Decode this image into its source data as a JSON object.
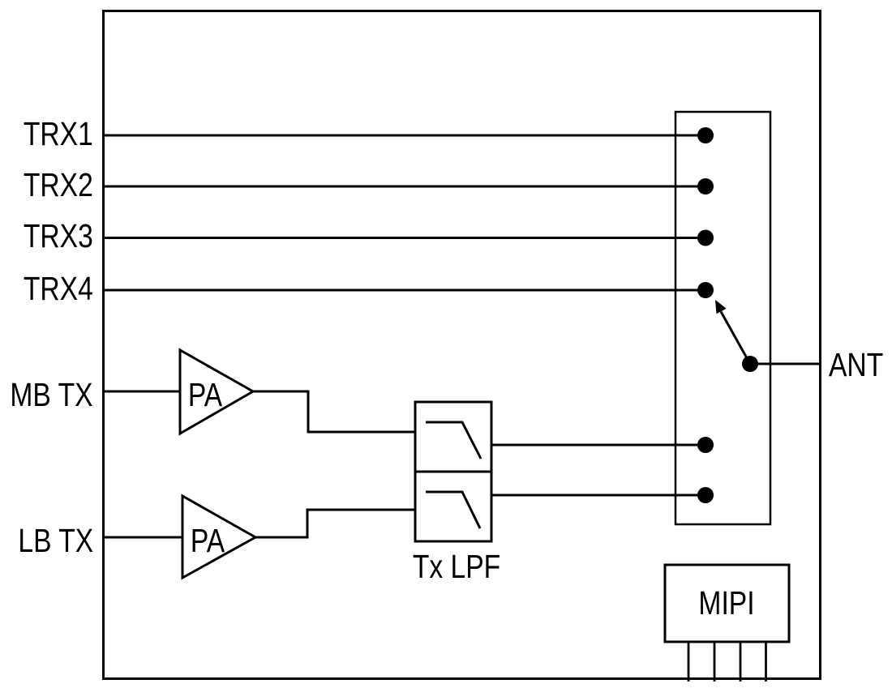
{
  "colors": {
    "line": "#000000",
    "background": "#ffffff"
  },
  "labels": {
    "trx1": "TRX1",
    "trx2": "TRX2",
    "trx3": "TRX3",
    "trx4": "TRX4",
    "mb_tx": "MB TX",
    "lb_tx": "LB TX",
    "pa_mb": "PA",
    "pa_lb": "PA",
    "tx_lpf": "Tx LPF",
    "mipi": "MIPI",
    "ant": "ANT"
  },
  "icons": {
    "pa_triangle": "amplifier-triangle",
    "lpf_curve": "lowpass-filter-response-curve",
    "antenna_switch": "multi-throw-switch-with-arrow",
    "port_dot": "filled-circle-terminal"
  }
}
